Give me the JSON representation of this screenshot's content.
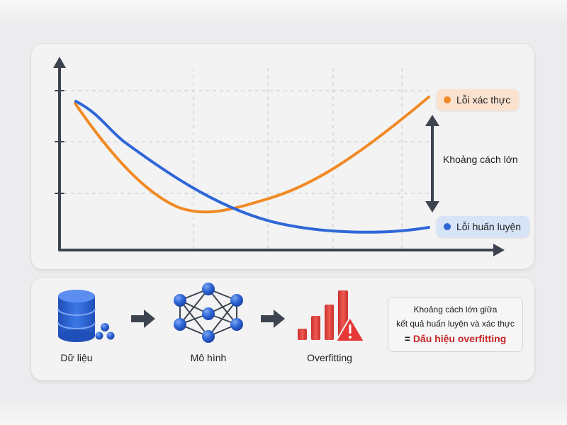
{
  "chart": {
    "legend_validation": "Lỗi xác thực",
    "legend_training": "Lỗi huấn luyện",
    "gap_label": "Khoảng cách lớn",
    "colors": {
      "validation": "#f08a24",
      "training": "#2f67d8",
      "axis": "#3d4450",
      "grid": "#c9c9cd"
    }
  },
  "flow": {
    "step1_label": "Dữ liệu",
    "step2_label": "Mô hình",
    "step3_label": "Overfitting",
    "summary_line1": "Khoảng cách lớn giữa",
    "summary_line2": "kết quả huấn luyện và xác thực",
    "summary_eq": "=",
    "summary_sign": "Dấu hiệu overfitting",
    "icons": [
      "database-icon",
      "arrow-right-icon",
      "neural-network-icon",
      "arrow-right-icon",
      "bar-chart-warning-icon"
    ]
  }
}
